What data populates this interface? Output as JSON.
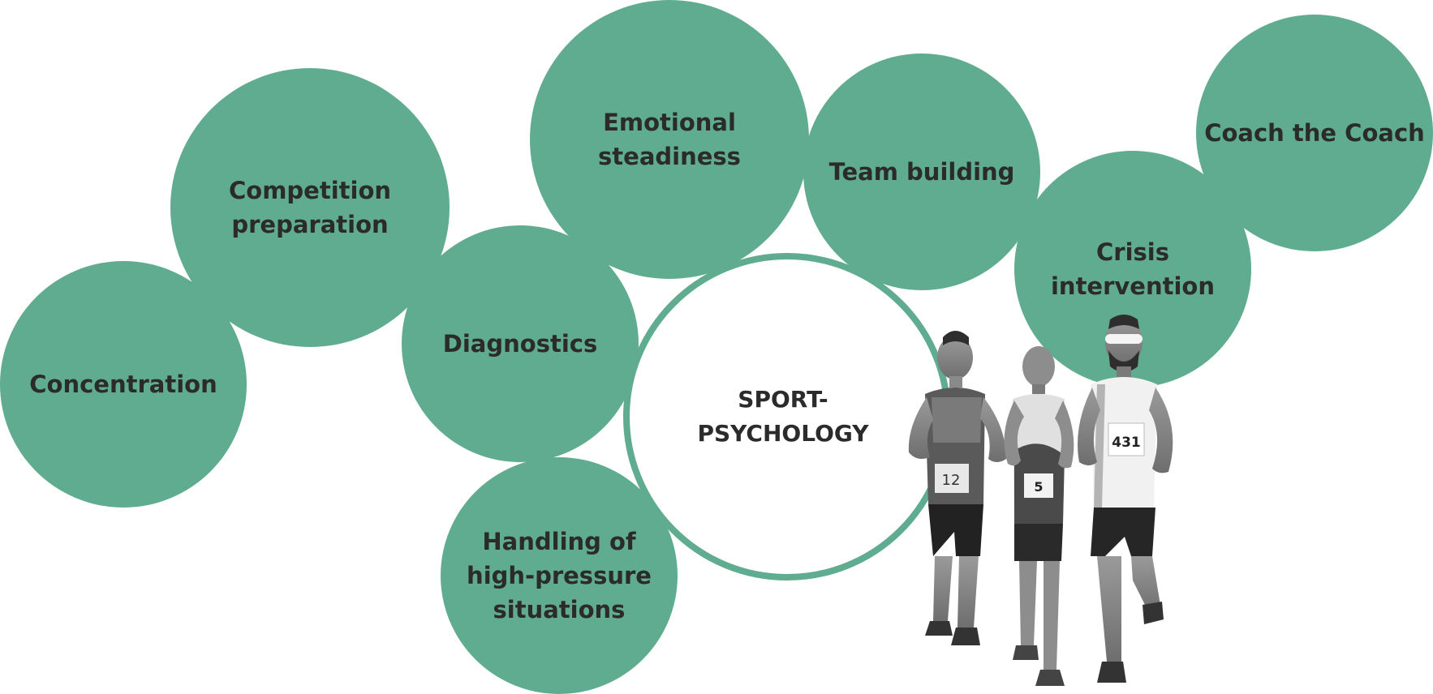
{
  "diagram": {
    "center": "SPORT-\nPSYCHOLOGY",
    "topics": {
      "emotional_steadiness": "Emotional steadiness",
      "team_building": "Team building",
      "coach_the_coach": "Coach the Coach",
      "competition_preparation": "Competition\npreparation",
      "crisis_intervention": "Crisis\nintervention",
      "diagnostics": "Diagnostics",
      "concentration": "Concentration",
      "handling_high_pressure": "Handling of\nhigh-pressure\nsituations"
    },
    "colors": {
      "bubble": "#5fac91",
      "text": "#2b2b2b",
      "background": "#ffffff"
    },
    "image": "three-runners-grayscale-photo"
  }
}
